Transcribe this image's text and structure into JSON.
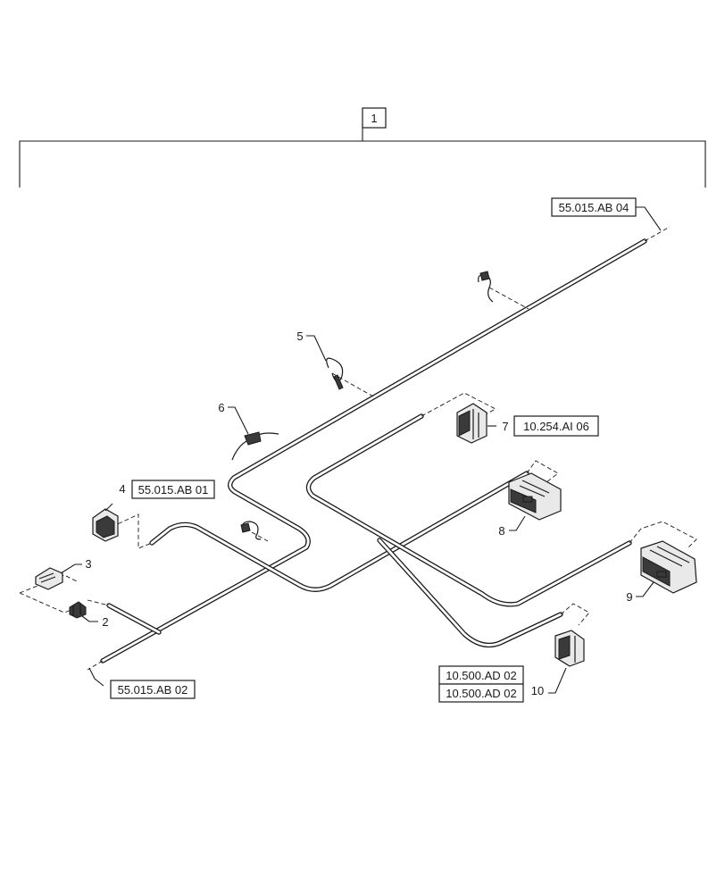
{
  "callouts": {
    "item1": "1",
    "item2": "2",
    "item3": "3",
    "item4": "4",
    "item5": "5",
    "item6": "6",
    "item7": "7",
    "item8": "8",
    "item9": "9",
    "item10": "10"
  },
  "references": {
    "ref_top_right": "55.015.AB 04",
    "ref_item4": "55.015.AB 01",
    "ref_item7": "10.254.AI 06",
    "ref_bottom_left": "55.015.AB 02",
    "ref_item10_upper": "10.500.AD 02",
    "ref_item10_lower": "10.500.AD 02"
  }
}
